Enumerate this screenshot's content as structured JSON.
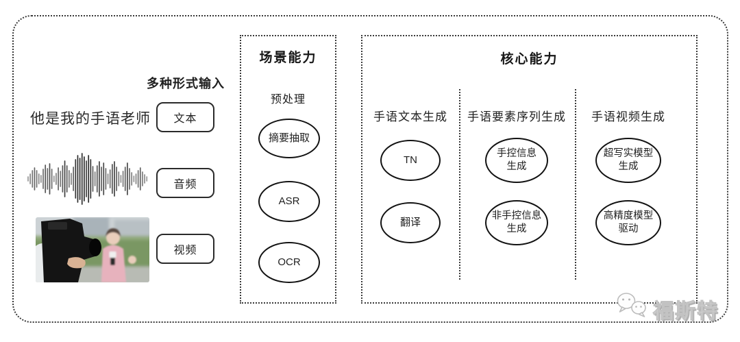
{
  "inputs": {
    "heading": "多种形式输入",
    "sentence": "他是我的手语老师",
    "types": [
      {
        "label": "文本"
      },
      {
        "label": "音频"
      },
      {
        "label": "视频"
      }
    ],
    "media_icons": [
      "audio-waveform",
      "video-thumbnail"
    ]
  },
  "scene": {
    "title": "场景能力",
    "stage": "预处理",
    "nodes": [
      {
        "label": "摘要抽取"
      },
      {
        "label": "ASR"
      },
      {
        "label": "OCR"
      }
    ]
  },
  "core": {
    "title": "核心能力",
    "columns": [
      {
        "header": "手语文本生成",
        "nodes": [
          {
            "label": "TN"
          },
          {
            "label": "翻译"
          }
        ]
      },
      {
        "header": "手语要素序列生成",
        "nodes": [
          {
            "label": "手控信息\n生成"
          },
          {
            "label": "非手控信息\n生成"
          }
        ]
      },
      {
        "header": "手语视频生成",
        "nodes": [
          {
            "label": "超写实模型\n生成"
          },
          {
            "label": "高精度模型\n驱动"
          }
        ]
      }
    ]
  },
  "watermark": {
    "text": "福斯特",
    "icon": "wechat-icon"
  },
  "colors": {
    "ink": "#1f1f1f",
    "border": "#383838",
    "ellipse_border": "#121212",
    "watermark_gray": "#c2c2c2",
    "background": "#ffffff"
  }
}
